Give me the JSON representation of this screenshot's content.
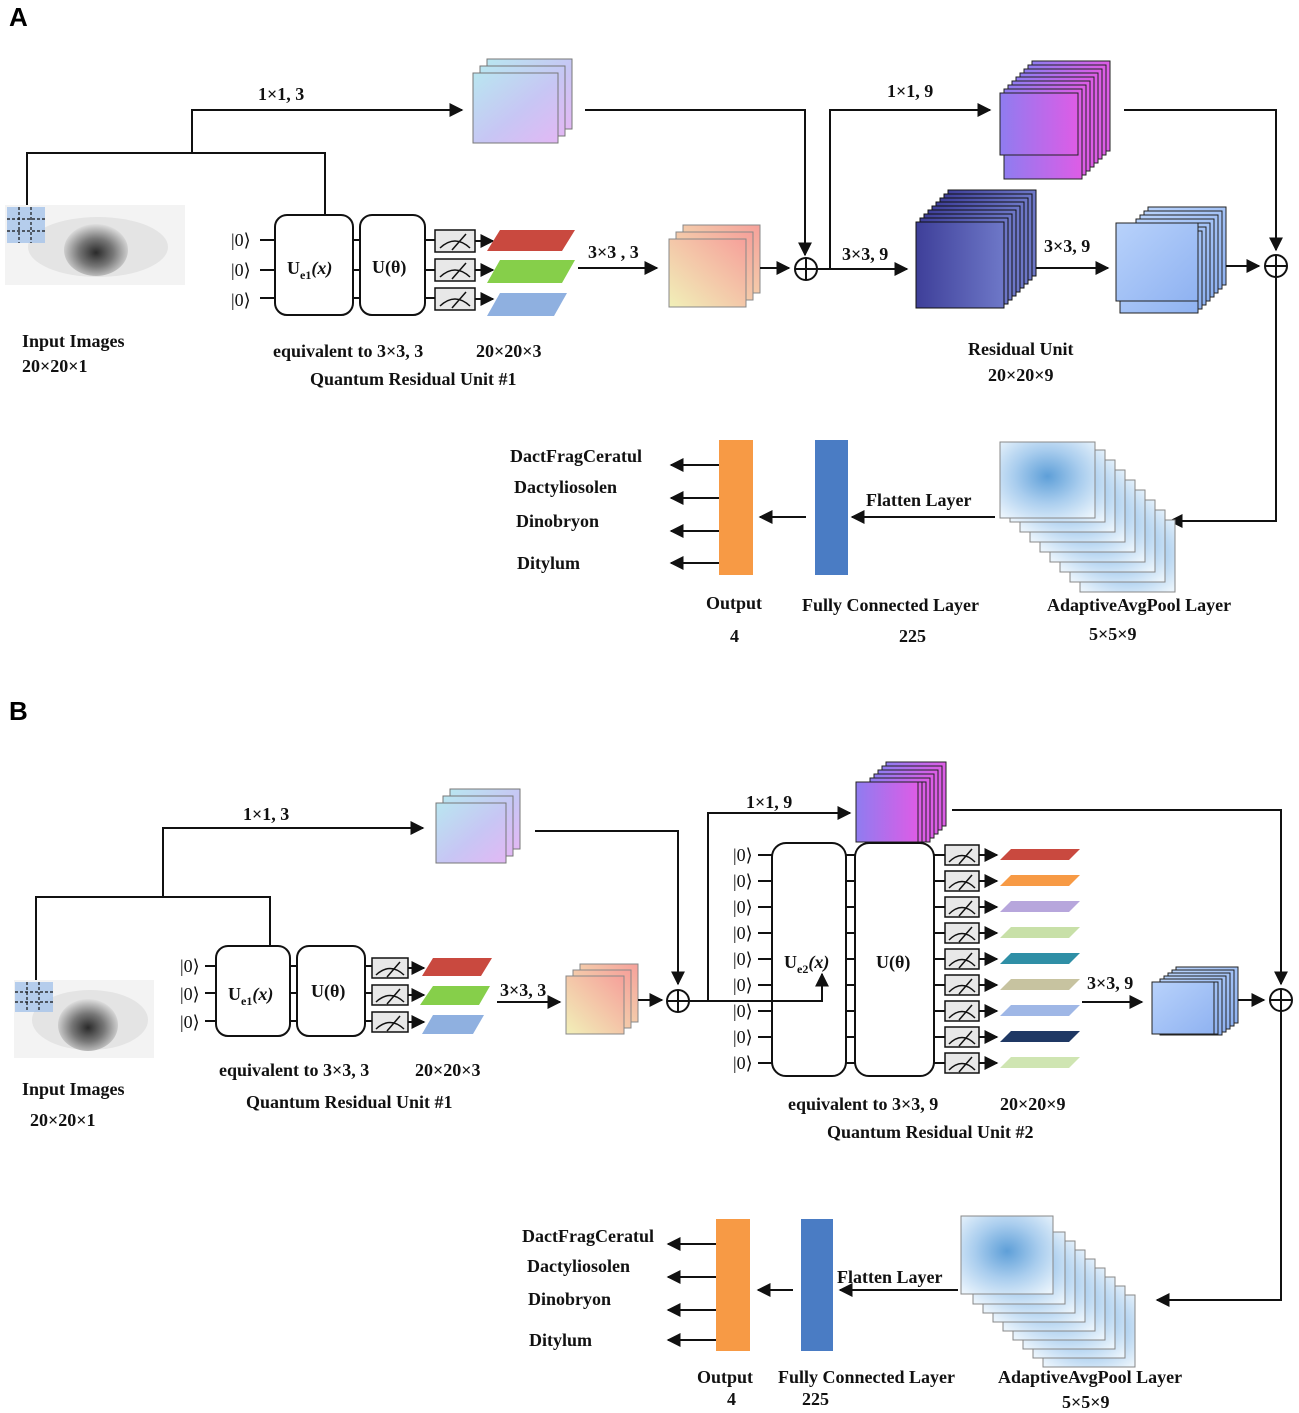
{
  "panels": [
    {
      "letter": "A",
      "input": {
        "label": "Input Images",
        "dims": "20×20×1"
      },
      "skip_label": "1×1, 3",
      "quantum_units": [
        {
          "name": "Quantum Residual Unit #1",
          "encoder": "Ue1(x)",
          "encoder_main": "U",
          "encoder_sub": "e1",
          "encoder_arg": "(x)",
          "variational": "U(θ)",
          "equivalent": "equivalent to 3×3, 3",
          "out_dims": "20×20×3",
          "ket": "|0⟩"
        }
      ],
      "conv_after_quantum": "3×3 , 3",
      "residual_unit": {
        "name": "Residual Unit",
        "dims": "20×20×9",
        "skip_label": "1×1, 9",
        "conv1": "3×3, 9",
        "conv2": "3×3, 9"
      },
      "pool": {
        "name": "AdaptiveAvgPool  Layer",
        "dims": "5×5×9"
      },
      "flatten": "Flatten Layer",
      "fc": {
        "name": "Fully Connected Layer",
        "size": "225"
      },
      "output": {
        "name": "Output",
        "size": "4"
      },
      "classes": [
        "DactFragCeratul",
        "Dactyliosolen",
        "Dinobryon",
        "Ditylum"
      ]
    },
    {
      "letter": "B",
      "input": {
        "label": "Input Images",
        "dims": "20×20×1"
      },
      "skip_label": "1×1, 3",
      "quantum_units": [
        {
          "name": "Quantum Residual Unit #1",
          "encoder": "Ue1(x)",
          "encoder_main": "U",
          "encoder_sub": "e1",
          "encoder_arg": "(x)",
          "variational": "U(θ)",
          "equivalent": "equivalent to 3×3, 3",
          "out_dims": "20×20×3",
          "ket": "|0⟩"
        },
        {
          "name": "Quantum Residual Unit #2",
          "encoder": "Ue2(x)",
          "encoder_main": "U",
          "encoder_sub": "e2",
          "encoder_arg": "(x)",
          "variational": "U(θ)",
          "equivalent": "equivalent to 3×3, 9",
          "out_dims": "20×20×9",
          "ket": "|0⟩"
        }
      ],
      "conv_after_quantum": "3×3, 3",
      "skip_label_2": "1×1, 9",
      "conv_after_quantum_2": "3×3, 9",
      "pool": {
        "name": "AdaptiveAvgPool  Layer",
        "dims": "5×5×9"
      },
      "flatten": "Flatten Layer",
      "fc": {
        "name": "Fully Connected Layer",
        "size": "225"
      },
      "output": {
        "name": "Output",
        "size": "4"
      },
      "classes": [
        "DactFragCeratul",
        "Dactyliosolen",
        "Dinobryon",
        "Ditylum"
      ]
    }
  ],
  "colors": {
    "fc": "#4a7cc4",
    "output": "#f79a45",
    "quantum_out": [
      "#c9493f",
      "#86cf4a",
      "#8fb0e0"
    ],
    "quantum_out_9": [
      "#c9493f",
      "#f79a45",
      "#b7a6dc",
      "#c8e0a8",
      "#2f8fa6",
      "#c7c3a0",
      "#9fb7e6",
      "#1f3864",
      "#cfe5b2"
    ]
  }
}
